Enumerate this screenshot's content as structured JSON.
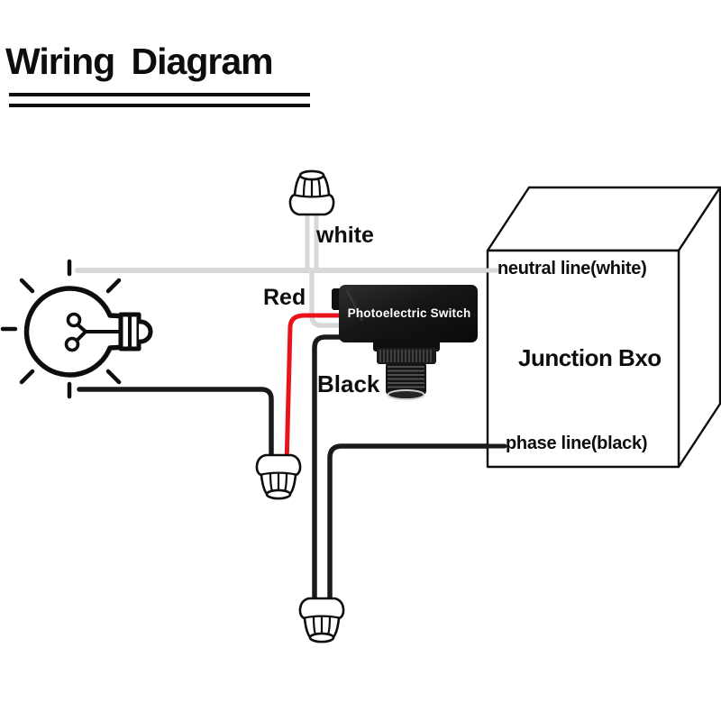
{
  "title": "Wiring Diagram",
  "wire_labels": {
    "white": "white",
    "red": "Red",
    "black": "Black"
  },
  "switch": {
    "label": "Photoelectric Switch"
  },
  "junction_box": {
    "name": "Junction Bxo",
    "neutral_line": "neutral line(white)",
    "phase_line": "phase line(black)"
  },
  "colors": {
    "white_wire": "#d8d8d8",
    "red_wire": "#e8131b",
    "black_wire": "#1a1a1a",
    "line_art": "#0d0d0d",
    "switch_body": "#161616",
    "switch_text": "#ffffff",
    "background": "#ffffff"
  },
  "icons": {
    "light_bulb": "light-bulb-icon",
    "wire_nut": "wire-nut-icon"
  }
}
